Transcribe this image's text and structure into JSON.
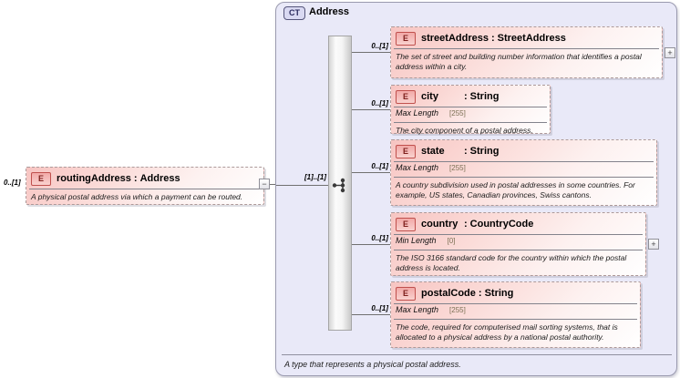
{
  "diagram": {
    "colon": ":",
    "expand_glyph": "+",
    "root_element": {
      "cardinality": "0..[1]",
      "badge": "E",
      "name": "routingAddress",
      "type": "Address",
      "annotation": "A physical postal address via which a payment can be routed.",
      "collapse_glyph": "−"
    },
    "complex_type": {
      "badge": "CT",
      "title": "Address",
      "sequence_cardinality": "[1]..[1]",
      "footer_annotation": "A type that represents a physical postal address."
    },
    "elements": [
      {
        "cardinality": "0..[1]",
        "badge": "E",
        "name": "streetAddress",
        "type": "StreetAddress",
        "annotation": "The set of street and building number information that identifies a postal address within a city."
      },
      {
        "cardinality": "0..[1]",
        "badge": "E",
        "name": "city",
        "type": "String",
        "facet": {
          "name": "Max Length",
          "value": "[255]"
        },
        "annotation": "The city component of a postal address."
      },
      {
        "cardinality": "0..[1]",
        "badge": "E",
        "name": "state",
        "type": "String",
        "facet": {
          "name": "Max Length",
          "value": "[255]"
        },
        "annotation": "A country subdivision used in postal addresses in some countries. For example, US states, Canadian provinces, Swiss cantons."
      },
      {
        "cardinality": "0..[1]",
        "badge": "E",
        "name": "country",
        "type": "CountryCode",
        "facet": {
          "name": "Min Length",
          "value": "[0]"
        },
        "annotation": "The ISO 3166 standard code for the country within which the postal address is located."
      },
      {
        "cardinality": "0..[1]",
        "badge": "E",
        "name": "postalCode",
        "type": "String",
        "facet": {
          "name": "Max Length",
          "value": "[255]"
        },
        "annotation": "The code, required for computerised mail sorting systems, that is allocated to a physical address by a national postal authority."
      }
    ],
    "colors": {
      "panel_fill": "#e9e9f8",
      "panel_border": "#9b9bb0",
      "element_fill_top": "#f7c5c2",
      "element_badge_fill": "#f2a9a7",
      "element_badge_border": "#c0504d",
      "type_badge_fill": "#d9d9f2",
      "type_badge_border": "#55557a",
      "connector": "#707070"
    }
  }
}
